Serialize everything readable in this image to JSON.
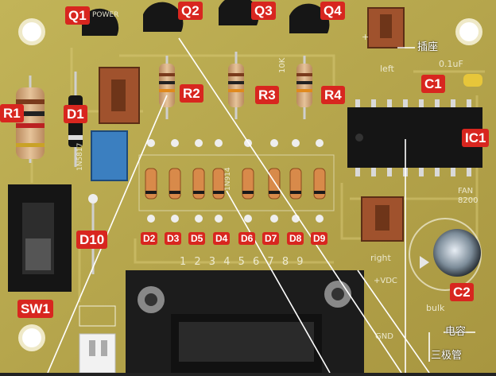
{
  "labels": {
    "q1": "Q1",
    "q2": "Q2",
    "q3": "Q3",
    "q4": "Q4",
    "r1": "R1",
    "r2": "R2",
    "r3": "R3",
    "r4": "R4",
    "d1": "D1",
    "d10": "D10",
    "c1": "C1",
    "c2": "C2",
    "ic1": "IC1",
    "sw1": "SW1",
    "d2": "D2",
    "d3": "D3",
    "d5": "D5",
    "d4": "D4",
    "d6": "D6",
    "d7": "D7",
    "d8": "D8",
    "d9": "D9"
  },
  "silkscreen": {
    "power": "POWER",
    "part_1n5817": "1N5817",
    "part_1n914": "1N914",
    "left": "left",
    "right": "right",
    "cap_value": "0.1uF",
    "r3_value": "10K",
    "fan": "FAN",
    "fan_num": "8200",
    "pins": "1 2 3 4 5 6 7 8 9",
    "vdc": "+VDC",
    "gnd": "GND",
    "bulk": "bulk",
    "plus": "+"
  },
  "annotations": {
    "socket": "插座",
    "capacitor": "电容",
    "transistor": "三极管"
  },
  "colors": {
    "board": "#b7a64a",
    "label_red": "#d8261f",
    "trace": "#c9b862",
    "connector": "#1c1c1c"
  }
}
